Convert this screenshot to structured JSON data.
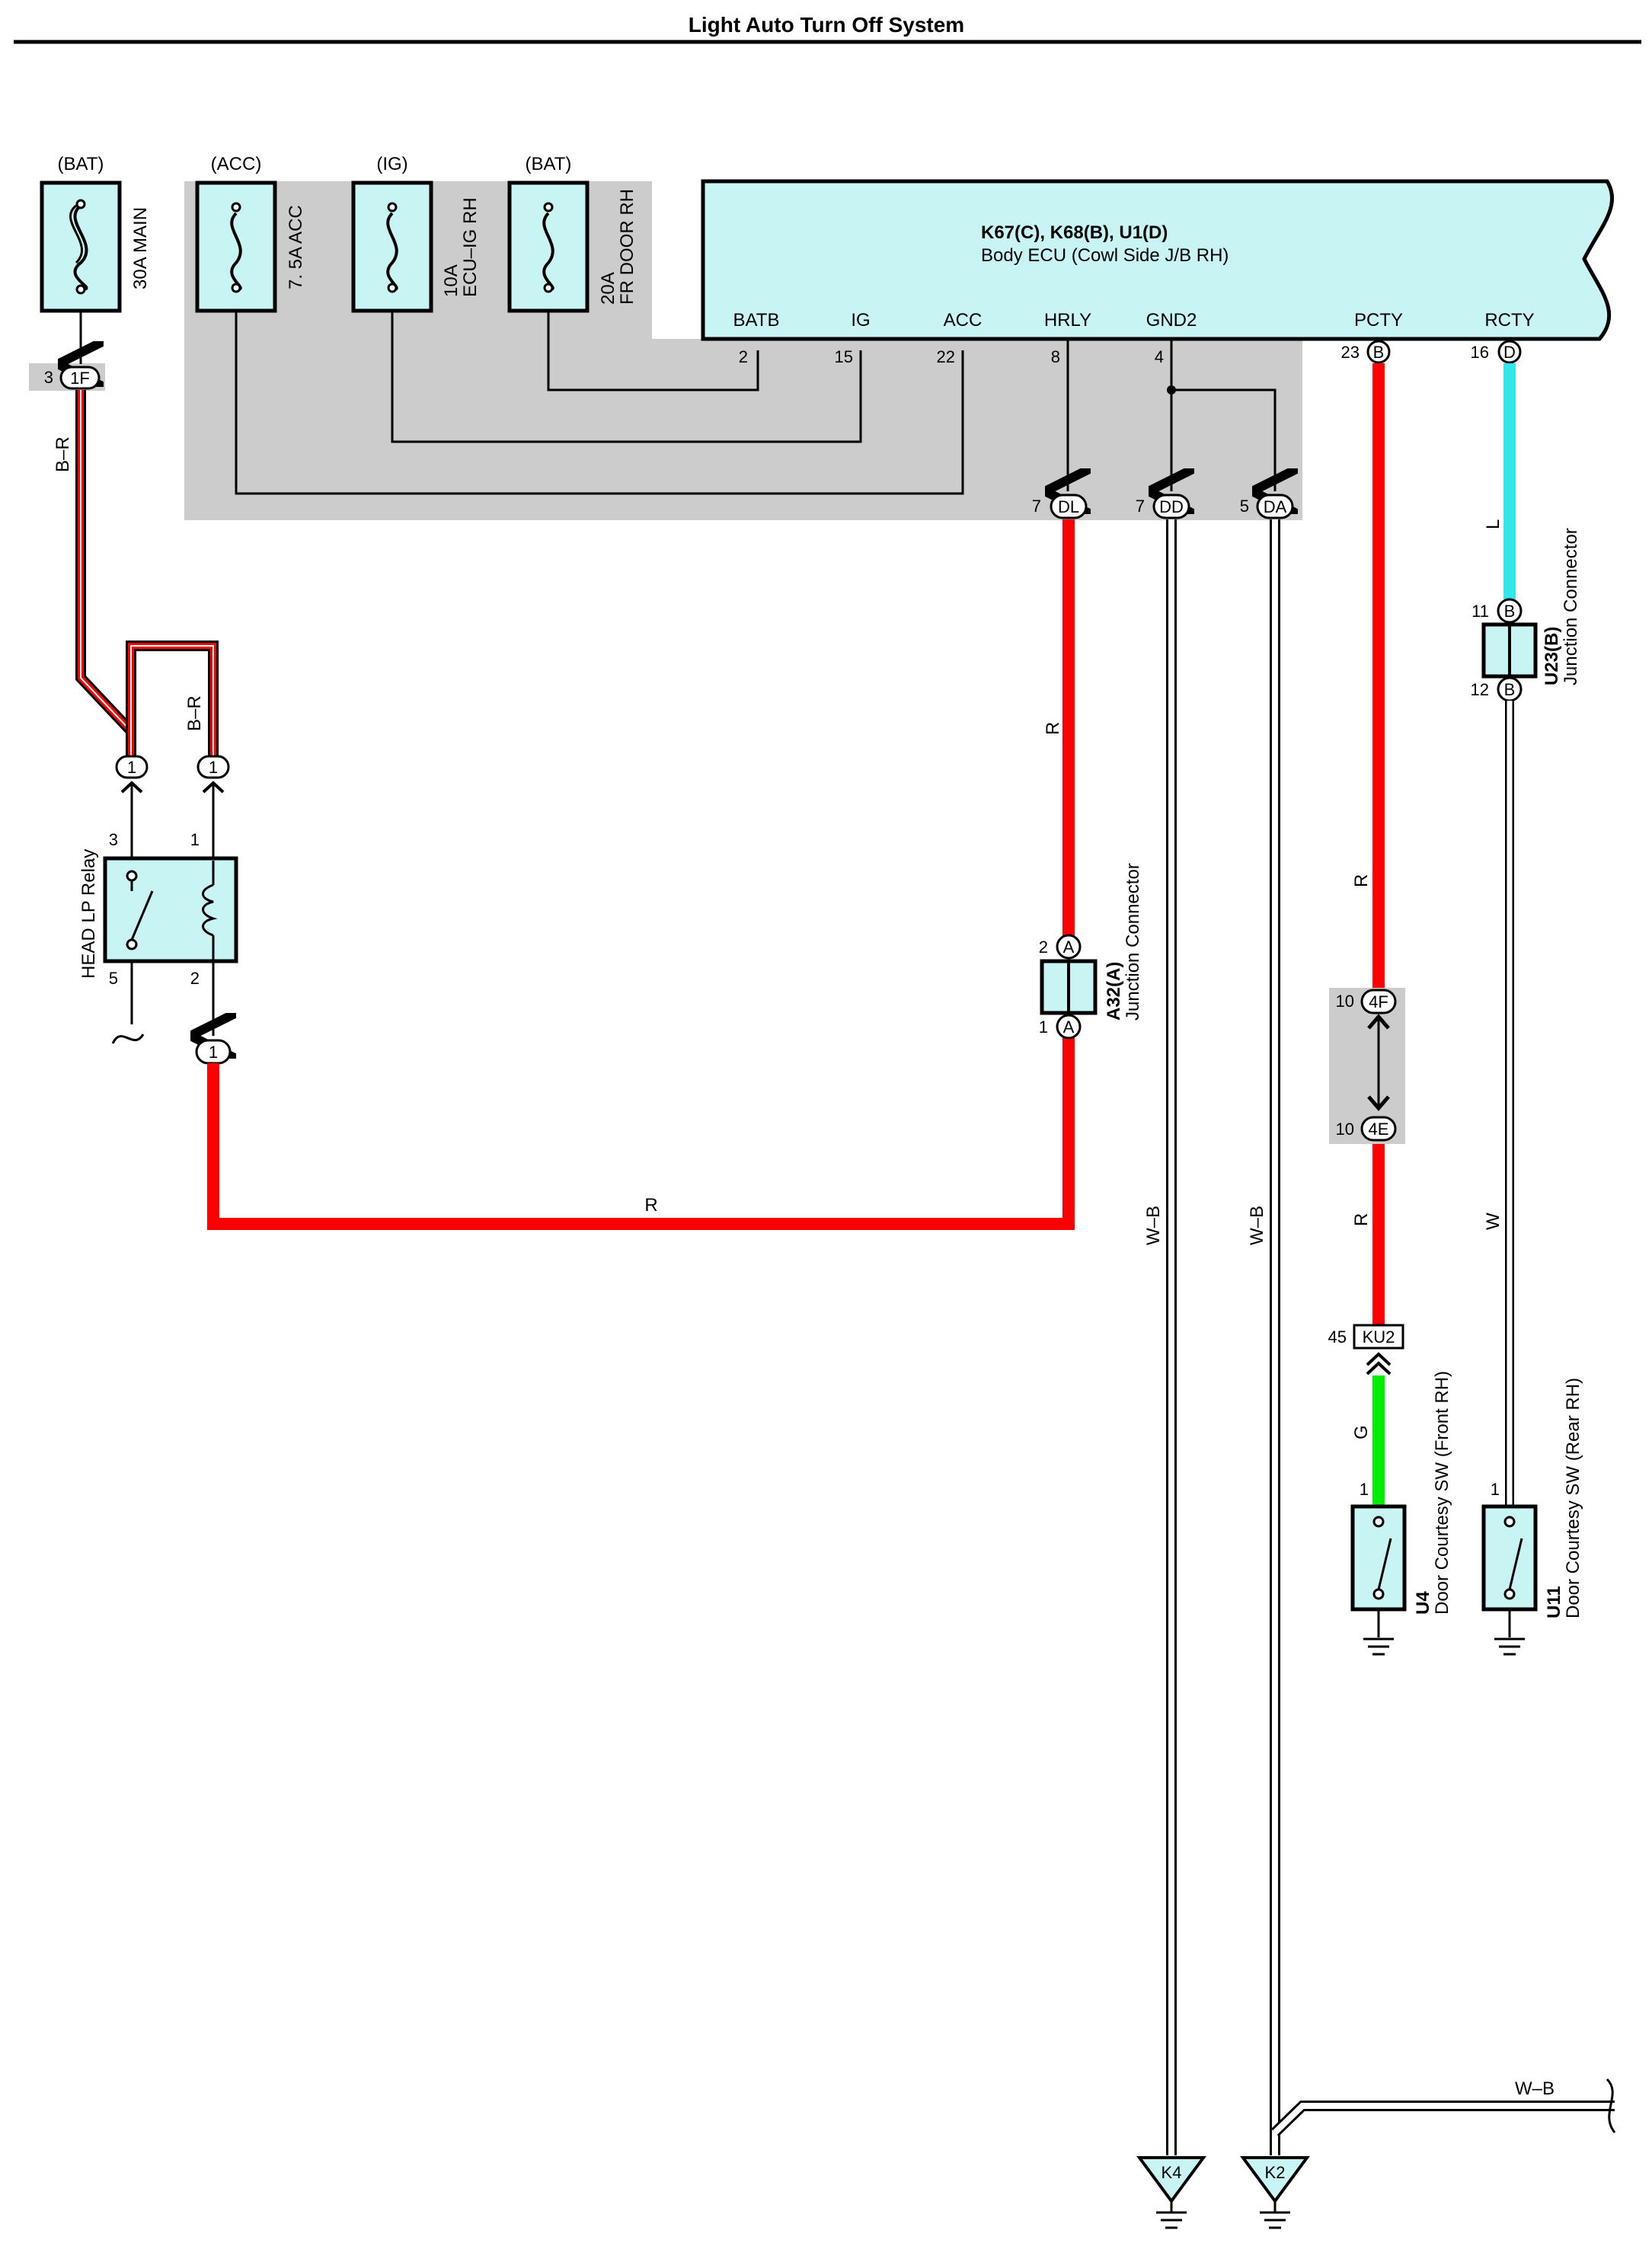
{
  "title": "Light Auto Turn Off System",
  "fuses": [
    {
      "source": "(BAT)",
      "rating": "30A MAIN",
      "line2": ""
    },
    {
      "source": "(ACC)",
      "rating": "7. 5A ACC",
      "line2": ""
    },
    {
      "source": "(IG)",
      "rating": "10A",
      "line2": "ECU–IG RH"
    },
    {
      "source": "(BAT)",
      "rating": "20A",
      "line2": "FR DOOR RH"
    }
  ],
  "ecu": {
    "id": "K67(C), K68(B), U1(D)",
    "name": "Body ECU (Cowl Side J/B RH)",
    "terminals": [
      {
        "name": "BATB",
        "pin": "2"
      },
      {
        "name": "IG",
        "pin": "15"
      },
      {
        "name": "ACC",
        "pin": "22"
      },
      {
        "name": "HRLY",
        "pin": "8"
      },
      {
        "name": "GND2",
        "pin": "4"
      },
      {
        "name": "PCTY",
        "pin": "23",
        "conn": "B"
      },
      {
        "name": "RCTY",
        "pin": "16",
        "conn": "D"
      }
    ]
  },
  "connectors": {
    "fuse_out": {
      "pin": "3",
      "id": "1F"
    },
    "dl": {
      "pin": "7",
      "id": "DL"
    },
    "dd": {
      "pin": "7",
      "id": "DD"
    },
    "da": {
      "pin": "5",
      "id": "DA"
    },
    "relay_top_left": "1",
    "relay_top_right": "1",
    "relay_bottom": "1",
    "f4": {
      "pin": "10",
      "id": "4F"
    },
    "e4": {
      "pin": "10",
      "id": "4E"
    },
    "ku2": {
      "pin": "45",
      "id": "KU2"
    }
  },
  "relay": {
    "name": "HEAD LP Relay",
    "pins": {
      "p3": "3",
      "p1": "1",
      "p5": "5",
      "p2": "2"
    }
  },
  "junction_a32": {
    "id": "A32(A)",
    "name": "Junction Connector",
    "pin_top": "2",
    "pin_bottom": "1",
    "conn": "A"
  },
  "junction_u23": {
    "id": "U23(B)",
    "name": "Junction Connector",
    "pin_top": "11",
    "pin_bottom": "12",
    "conn": "B"
  },
  "switches": [
    {
      "id": "U4",
      "name": "Door Courtesy SW (Front RH)",
      "pin": "1"
    },
    {
      "id": "U11",
      "name": "Door Courtesy SW (Rear RH)",
      "pin": "1"
    }
  ],
  "grounds": [
    {
      "id": "K4"
    },
    {
      "id": "K2"
    }
  ],
  "wire_colors": {
    "br_1": "B–R",
    "br_2": "B–R",
    "r_relay": "R",
    "r_dl": "R",
    "wb_1": "W–B",
    "wb_2": "W–B",
    "wb_3": "W–B",
    "r_pcty_1": "R",
    "r_pcty_2": "R",
    "g": "G",
    "l": "L",
    "w": "W"
  },
  "colors": {
    "red": "#ff0000",
    "green": "#00ee00",
    "blue": "#33e6ec",
    "box": "#c8f4f4",
    "shade": "#cccccc"
  }
}
